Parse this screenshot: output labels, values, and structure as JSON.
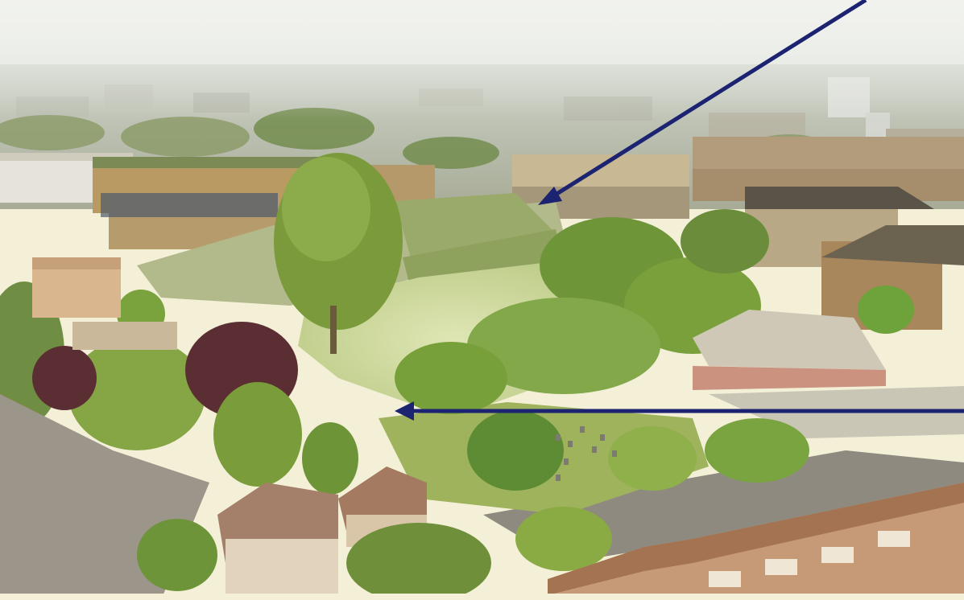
{
  "image": {
    "subject": "aerial-view-urban-park-redevelopment",
    "sky_color": "#e9ece6",
    "haze_color": "#d8ddd3",
    "grass_color": "#c7d59a",
    "tree_color": "#7fa04a",
    "dark_tree_color": "#5a3030",
    "roof_color": "#c9a384",
    "building_color": "#b9a27a",
    "road_color": "#8f8a7f",
    "strip_color": "#f4f0d8"
  },
  "annotations": {
    "arrow_color": "#1c2472",
    "arrows": [
      {
        "name": "upper-arrow",
        "direction": "down-left",
        "label": ""
      },
      {
        "name": "lower-arrow",
        "direction": "left",
        "label": ""
      }
    ]
  }
}
